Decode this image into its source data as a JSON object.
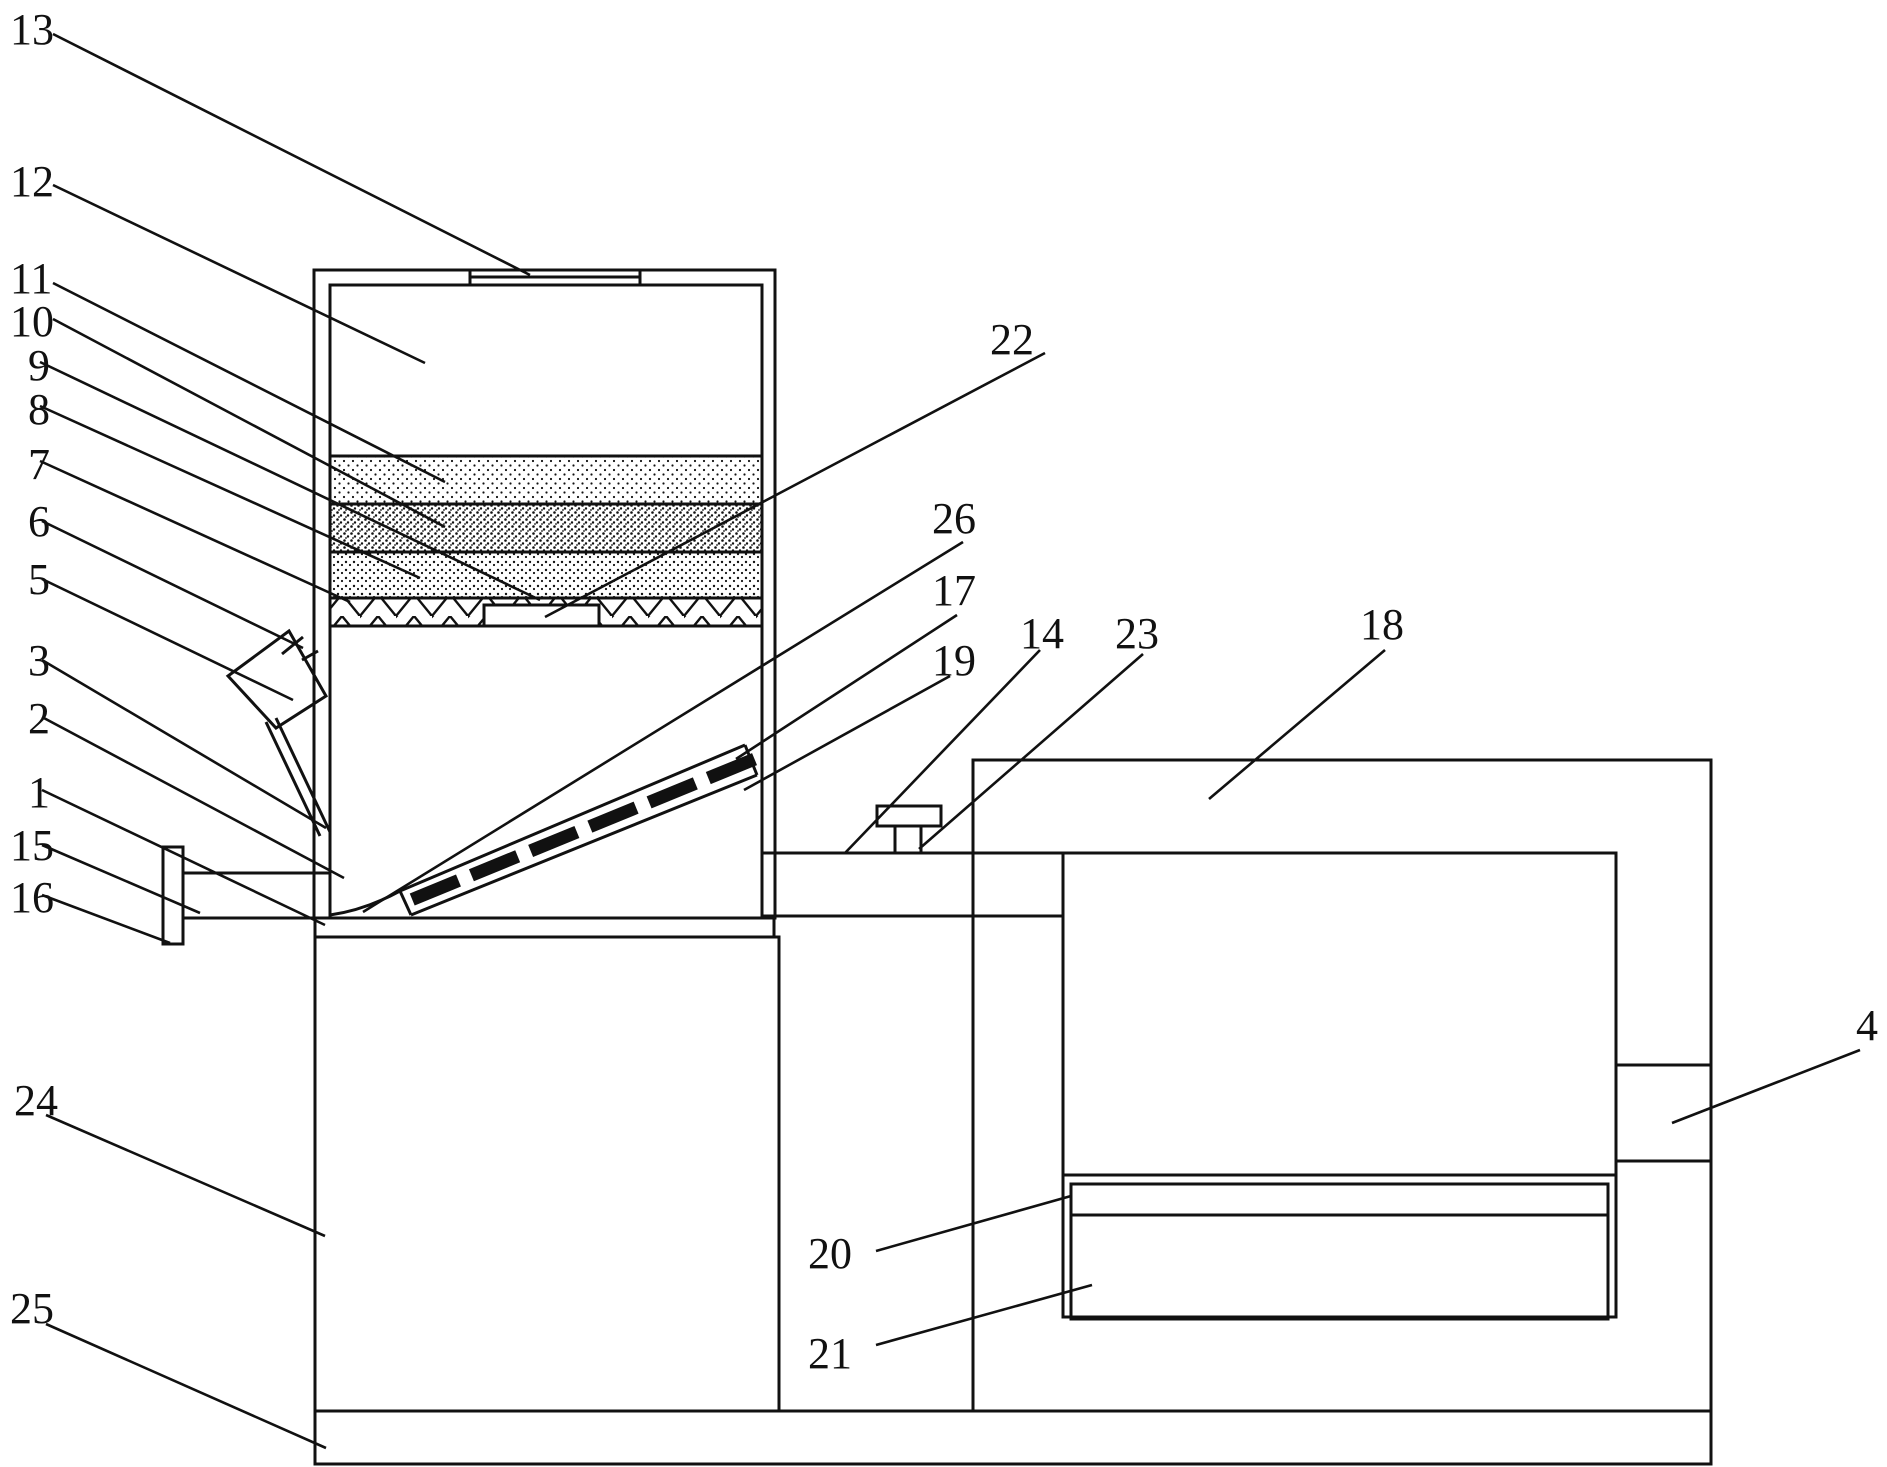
{
  "colors": {
    "ink": "#111111",
    "paper": "#ffffff"
  },
  "labels": [
    {
      "id": "1",
      "text": "1"
    },
    {
      "id": "2",
      "text": "2"
    },
    {
      "id": "3",
      "text": "3"
    },
    {
      "id": "4",
      "text": "4"
    },
    {
      "id": "5",
      "text": "5"
    },
    {
      "id": "6",
      "text": "6"
    },
    {
      "id": "7",
      "text": "7"
    },
    {
      "id": "8",
      "text": "8"
    },
    {
      "id": "9",
      "text": "9"
    },
    {
      "id": "10",
      "text": "10"
    },
    {
      "id": "11",
      "text": "11"
    },
    {
      "id": "12",
      "text": "12"
    },
    {
      "id": "13",
      "text": "13"
    },
    {
      "id": "14",
      "text": "14"
    },
    {
      "id": "15",
      "text": "15"
    },
    {
      "id": "16",
      "text": "16"
    },
    {
      "id": "17",
      "text": "17"
    },
    {
      "id": "18",
      "text": "18"
    },
    {
      "id": "19",
      "text": "19"
    },
    {
      "id": "20",
      "text": "20"
    },
    {
      "id": "21",
      "text": "21"
    },
    {
      "id": "22",
      "text": "22"
    },
    {
      "id": "23",
      "text": "23"
    },
    {
      "id": "24",
      "text": "24"
    },
    {
      "id": "25",
      "text": "25"
    },
    {
      "id": "26",
      "text": "26"
    }
  ]
}
